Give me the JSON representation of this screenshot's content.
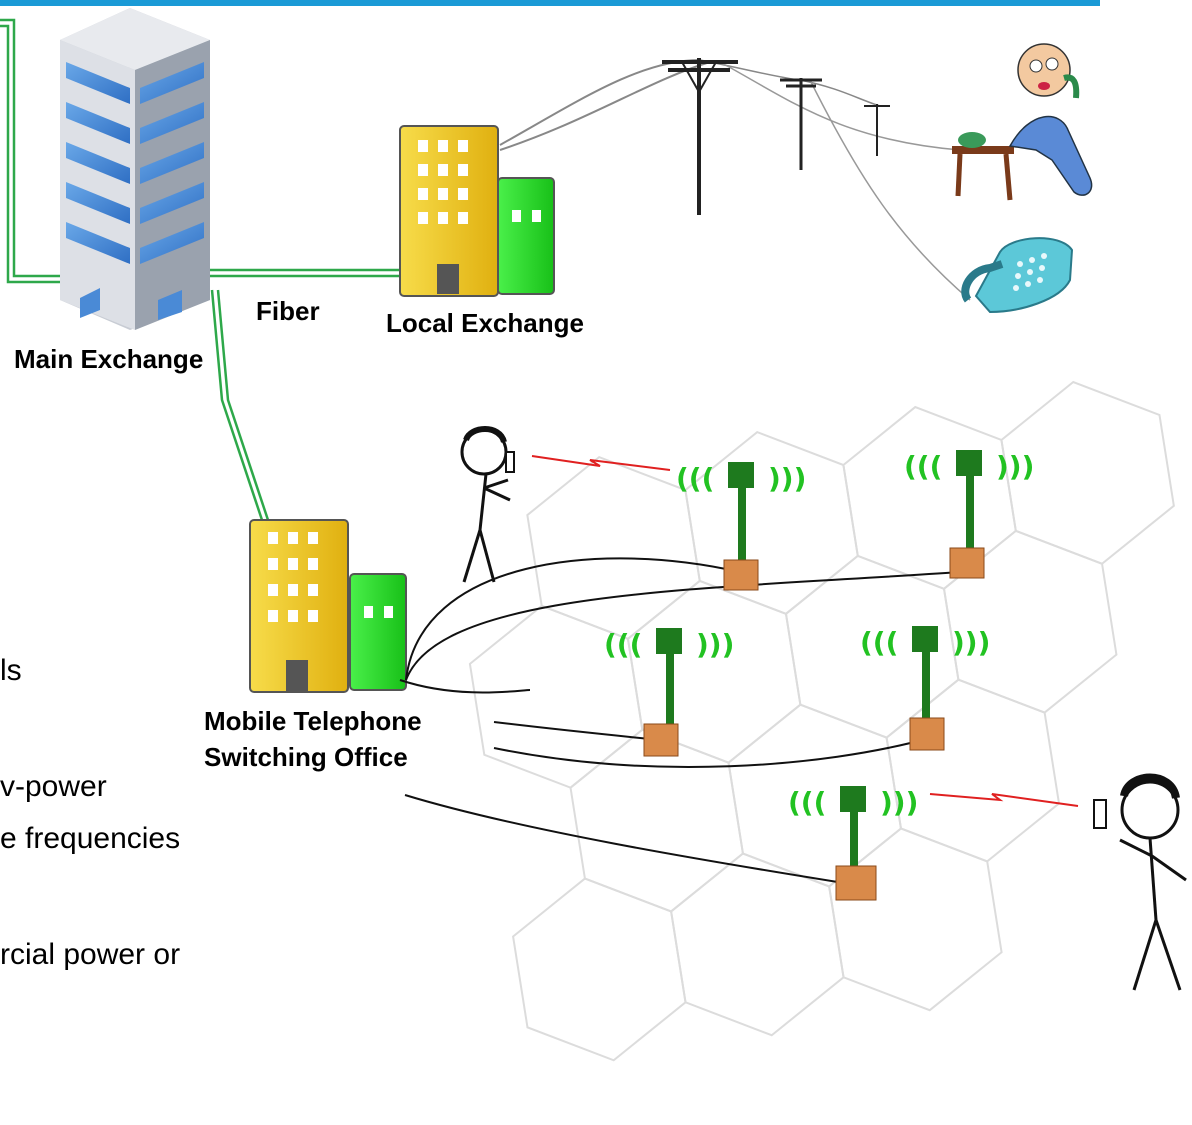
{
  "labels": {
    "main_exchange": "Main Exchange",
    "fiber": "Fiber",
    "local_exchange": "Local Exchange",
    "mtso_line1": "Mobile Telephone",
    "mtso_line2": "Switching Office"
  },
  "body_fragments": [
    "ls",
    "v-power",
    "e frequencies",
    "rcial power or"
  ],
  "colors": {
    "top_rule": "#1a9ad6",
    "fiber": "#2ea84a",
    "building_yellow": "#f2c81e",
    "building_green": "#2fe02f",
    "tower_green": "#1e7a1e",
    "signal_green": "#22c222",
    "radio_link": "#e02020",
    "equipment_box": "#d98a4a",
    "desk_phone": "#5cc8d8",
    "cell_grid": "#dcdcdc"
  },
  "icons": [
    "main-exchange-building-icon",
    "local-exchange-building-icon",
    "mtso-building-icon",
    "telephone-pole-icon",
    "cartoon-man-on-phone-icon",
    "desk-telephone-icon",
    "cell-tower-icon",
    "stick-figure-with-mobile-icon"
  ]
}
